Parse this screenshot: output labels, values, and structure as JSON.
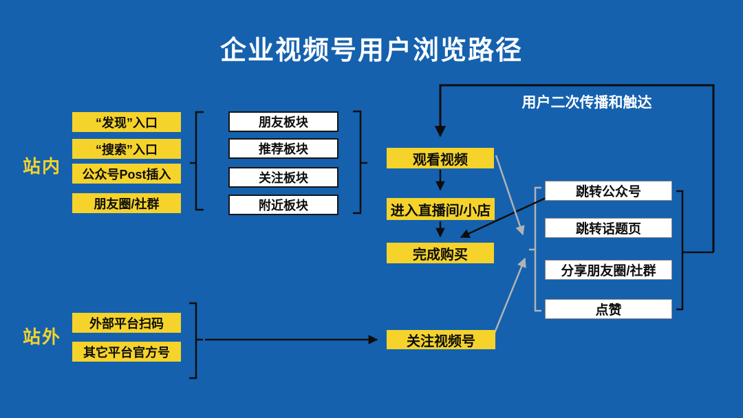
{
  "title": "企业视频号用户浏览路径",
  "colors": {
    "background": "#1561ae",
    "box_yellow": "#f5d32b",
    "box_white": "#ffffff",
    "text_dark": "#0d0d0d",
    "text_light": "#ffffff",
    "arrow_black": "#0d0d0d",
    "arrow_gray": "#b3b3b3"
  },
  "sections": {
    "onsite_label": "站内",
    "offsite_label": "站外"
  },
  "onsite_entries": [
    "“发现”入口",
    "“搜索”入口",
    "公众号Post插入",
    "朋友圈/社群"
  ],
  "feed_sections": [
    "朋友板块",
    "推荐板块",
    "关注板块",
    "附近板块"
  ],
  "journey": [
    "观看视频",
    "进入直播间/小店",
    "完成购买"
  ],
  "offsite_entries": [
    "外部平台扫码",
    "其它平台官方号"
  ],
  "follow_box": "关注视频号",
  "actions": [
    "跳转公众号",
    "跳转话题页",
    "分享朋友圈/社群",
    "点赞"
  ],
  "feedback_label": "用户二次传播和触达"
}
